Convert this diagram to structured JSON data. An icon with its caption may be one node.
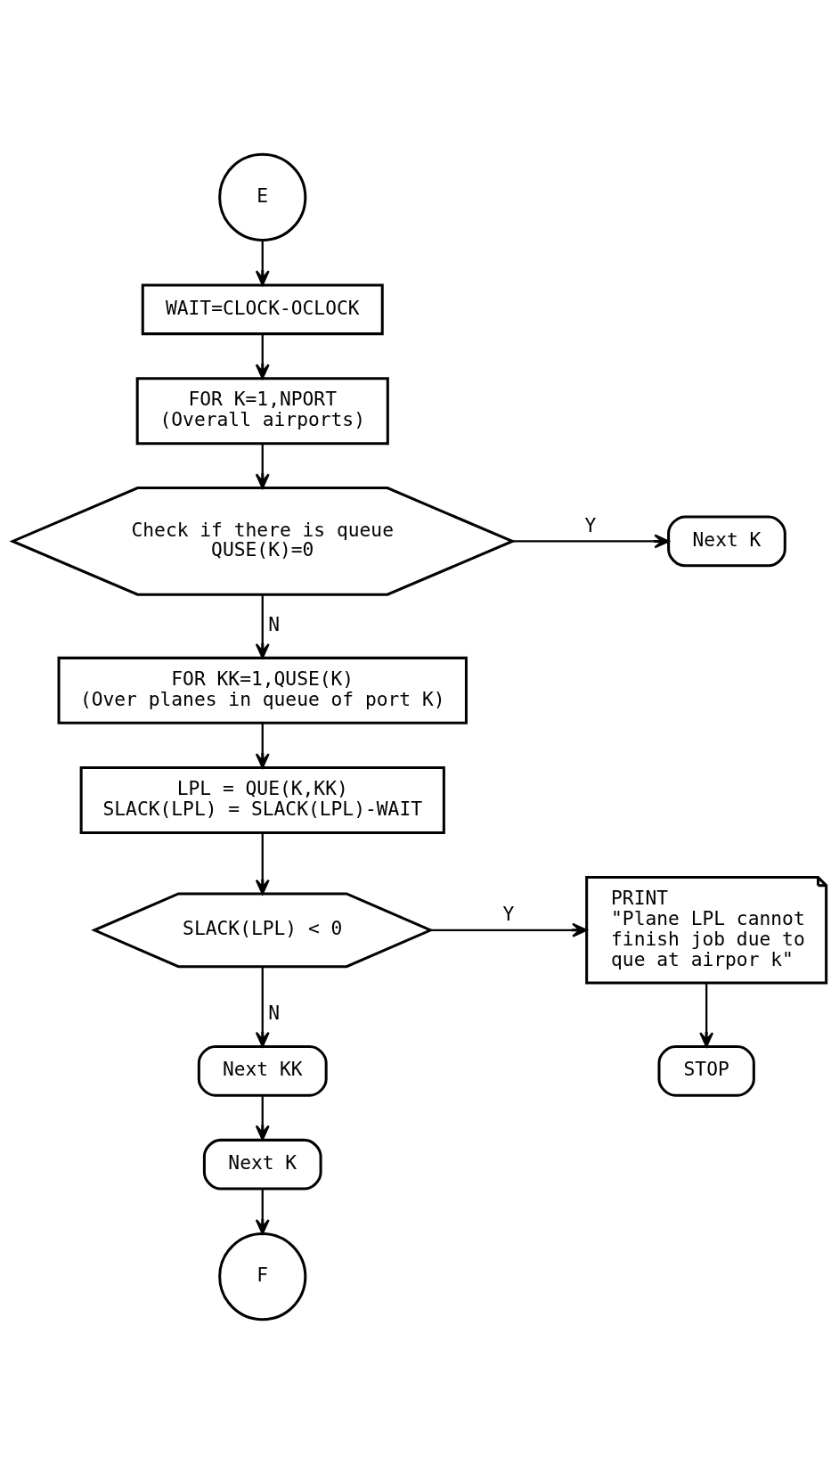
{
  "diagram": {
    "nodes": [
      {
        "text": [
          "E"
        ]
      },
      {
        "text": [
          "WAIT=CLOCK-OCLOCK"
        ]
      },
      {
        "text": [
          "FOR K=1,NPORT",
          "(Overall airports)"
        ]
      },
      {
        "text": [
          "Check if there is queue",
          "QUSE(K)=0"
        ]
      },
      {
        "text": [
          "Next K"
        ]
      },
      {
        "text": [
          "FOR KK=1,QUSE(K)",
          "(Over planes in queue of port K)"
        ]
      },
      {
        "text": [
          "LPL = QUE(K,KK)",
          "SLACK(LPL) = SLACK(LPL)-WAIT"
        ]
      },
      {
        "text": [
          "SLACK(LPL) < 0"
        ]
      },
      {
        "text": [
          "PRINT",
          "\"Plane LPL cannot finish job due to que at airpor k\""
        ]
      },
      {
        "text": [
          "STOP"
        ]
      },
      {
        "text": [
          "Next KK"
        ]
      },
      {
        "text": [
          "Next K"
        ]
      },
      {
        "text": [
          "F"
        ]
      }
    ],
    "edges": [
      {
        "from": 0,
        "to": 1,
        "arrow": "to"
      },
      {
        "from": 1,
        "to": 2,
        "arrow": "to"
      },
      {
        "from": 2,
        "to": 3,
        "arrow": "to"
      },
      {
        "from": 3,
        "to": 4,
        "arrow": "to",
        "label": "Y"
      },
      {
        "from": 3,
        "to": 5,
        "arrow": "to",
        "label": "N"
      },
      {
        "from": 5,
        "to": 6,
        "arrow": "to"
      },
      {
        "from": 6,
        "to": 7,
        "arrow": "to"
      },
      {
        "from": 7,
        "to": 8,
        "arrow": "to",
        "label": "Y"
      },
      {
        "from": 8,
        "to": 9,
        "arrow": "to"
      },
      {
        "from": 7,
        "to": 10,
        "arrow": "to",
        "label": "N"
      },
      {
        "from": 10,
        "to": 11,
        "arrow": "to"
      },
      {
        "from": 11,
        "to": 12,
        "arrow": "to"
      }
    ]
  }
}
